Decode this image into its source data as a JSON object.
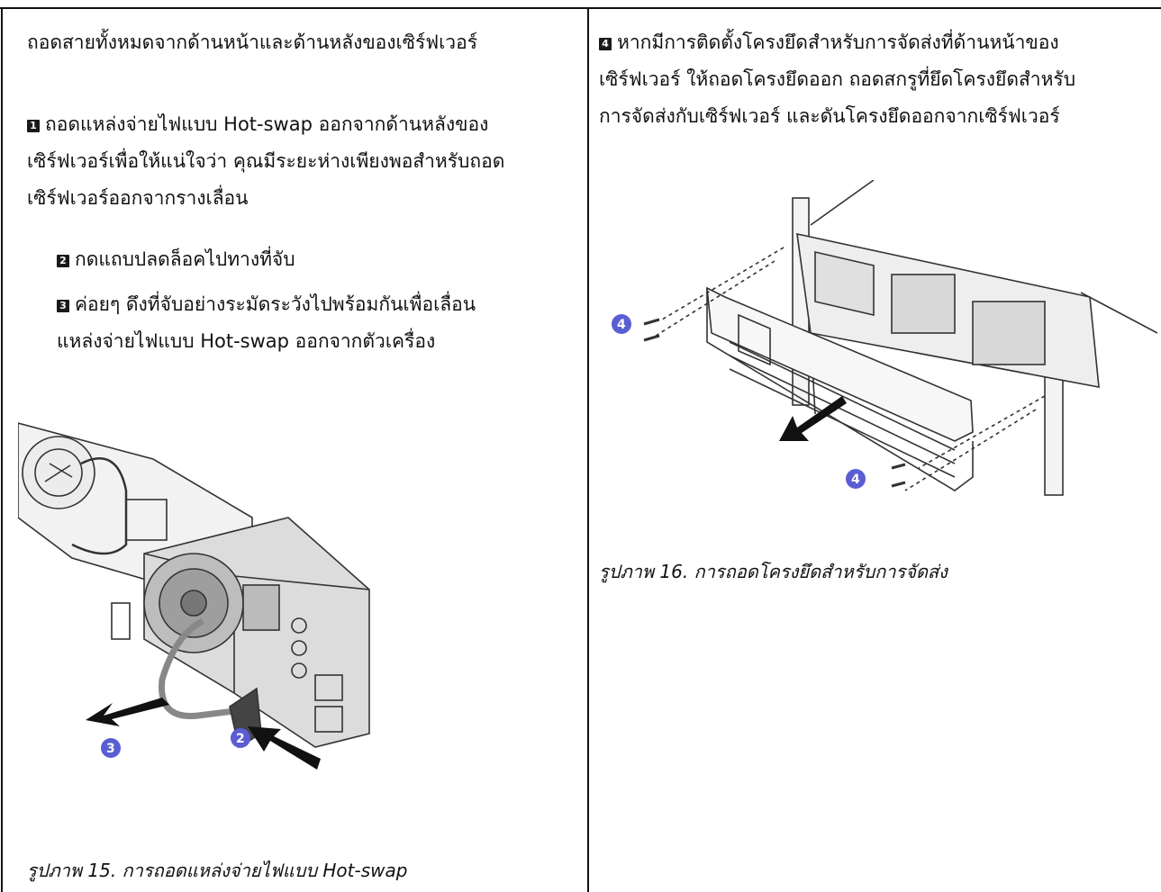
{
  "left": {
    "intro": "ถอดสายทั้งหมดจากด้านหน้าและด้านหลังของเซิร์ฟเวอร์",
    "step1": {
      "num": "1",
      "line1": "ถอดแหล่งจ่ายไฟแบบ Hot-swap ออกจากด้านหลังของ",
      "line2": "เซิร์ฟเวอร์เพื่อให้แน่ใจว่า คุณมีระยะห่างเพียงพอสำหรับถอด",
      "line3": "เซิร์ฟเวอร์ออกจากรางเลื่อน"
    },
    "step2": {
      "num": "2",
      "text": "กดแถบปลดล็อคไปทางที่จับ"
    },
    "step3": {
      "num": "3",
      "line1": "ค่อยๆ ดึงที่จับอย่างระมัดระวังไปพร้อมกันเพื่อเลื่อน",
      "line2": "แหล่งจ่ายไฟแบบ Hot-swap ออกจากตัวเครื่อง"
    },
    "figure": {
      "callouts": [
        "3",
        "2"
      ]
    },
    "caption": "รูปภาพ 15. การถอดแหล่งจ่ายไฟแบบ Hot-swap"
  },
  "right": {
    "step4": {
      "num": "4",
      "line1": "หากมีการติดตั้งโครงยึดสำหรับการจัดส่งที่ด้านหน้าของ",
      "line2": "เซิร์ฟเวอร์ ให้ถอดโครงยึดออก ถอดสกรูที่ยึดโครงยึดสำหรับ",
      "line3": "การจัดส่งกับเซิร์ฟเวอร์ และดันโครงยึดออกจากเซิร์ฟเวอร์"
    },
    "figure": {
      "callouts": [
        "4",
        "4"
      ]
    },
    "caption": "รูปภาพ 16. การถอดโครงยึดสำหรับการจัดส่ง"
  }
}
